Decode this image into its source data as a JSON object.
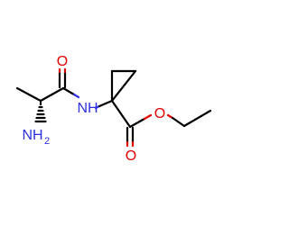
{
  "atom_labels": {
    "carbonyl_oxygen": {
      "text": "O",
      "color": "#e00000"
    },
    "amide_nitrogen": {
      "text": "NH",
      "color": "#3030e0"
    },
    "amine_nitrogen": {
      "text": "NH",
      "subscript": "2",
      "color": "#3030e0"
    },
    "ester_carbonyl_oxygen": {
      "text": "O",
      "color": "#e00000"
    },
    "ester_ether_oxygen": {
      "text": "O",
      "color": "#e00000"
    }
  },
  "colors": {
    "bond": "#000000",
    "oxygen": "#e00000",
    "nitrogen": "#3030e0"
  }
}
